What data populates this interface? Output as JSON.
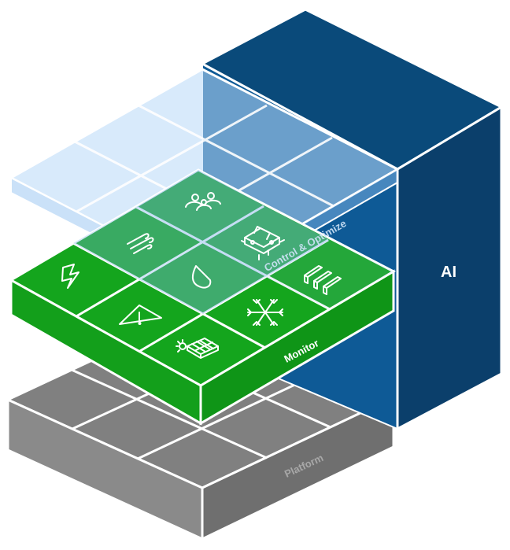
{
  "layers": {
    "platform": {
      "label": "Platform",
      "color": "#7a7a7a"
    },
    "monitor": {
      "label": "Monitor",
      "color": "#13a41c"
    },
    "control": {
      "label": "Control & Optimize",
      "color": "#9cc8f2"
    },
    "ai": {
      "label": "AI",
      "color": "#0a4a7a"
    }
  },
  "icons": [
    "lightning-icon",
    "warning-icon",
    "solar-panel-icon",
    "snowflake-icon",
    "server-racks-icon",
    "water-drop-icon",
    "wind-icon",
    "people-icon",
    "robot-icon"
  ]
}
